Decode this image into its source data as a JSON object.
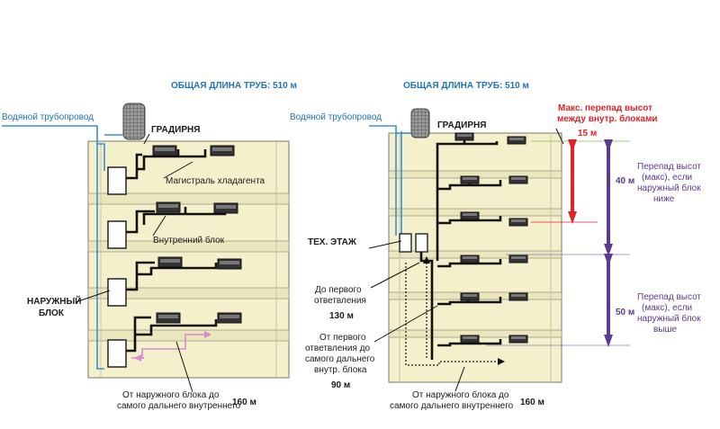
{
  "left": {
    "title": "ОБЩАЯ ДЛИНА ТРУБ: 510 м",
    "water_pipe": "Водяной трубопровод",
    "cooling_tower": "ГРАДИРНЯ",
    "refrigerant_main": "Магистраль хладагента",
    "indoor_unit": "Внутренний блок",
    "outdoor_unit_line1": "НАРУЖНЫЙ",
    "outdoor_unit_line2": "БЛОК",
    "farthest_line1": "От наружного блока до",
    "farthest_line2": "самого дальнего внутреннего",
    "farthest_value": "160 м"
  },
  "right": {
    "title": "ОБЩАЯ ДЛИНА ТРУБ: 510 м",
    "water_pipe": "Водяной трубопровод",
    "cooling_tower": "ГРАДИРНЯ",
    "tech_floor": "ТЕХ. ЭТАЖ",
    "to_first_branch_line1": "До первого",
    "to_first_branch_line2": "ответвления",
    "to_first_branch_value": "130 м",
    "from_first_branch_line1": "От первого",
    "from_first_branch_line2": "ответвления до",
    "from_first_branch_line3": "самого дальнего",
    "from_first_branch_line4": "внутр. блока",
    "from_first_branch_value": "90 м",
    "farthest_line1": "От наружного блока до",
    "farthest_line2": "самого дальнего внутреннего",
    "farthest_value": "160 м",
    "max_indoor_line1": "Макс. перепад высот",
    "max_indoor_line2": "между внутр. блоками",
    "max_indoor_value": "15 м",
    "height_below_value": "40 м",
    "height_below_line1": "Перепад высот",
    "height_below_line2": "(макс), если",
    "height_below_line3": "наружный блок",
    "height_below_line4": "ниже",
    "height_above_value": "50 м",
    "height_above_line1": "Перепад высот",
    "height_above_line2": "(макс), если",
    "height_above_line3": "наружный блок",
    "height_above_line4": "выше"
  },
  "colors": {
    "building_fill": "#f4f0cc",
    "building_stroke": "#8c8c7a",
    "water_pipe": "#3b8fd0",
    "refrigerant": "#111111",
    "title_blue": "#1f73b8",
    "label_red": "#e32228",
    "label_purple": "#5d3a92",
    "pink_route": "#d98ad2"
  }
}
